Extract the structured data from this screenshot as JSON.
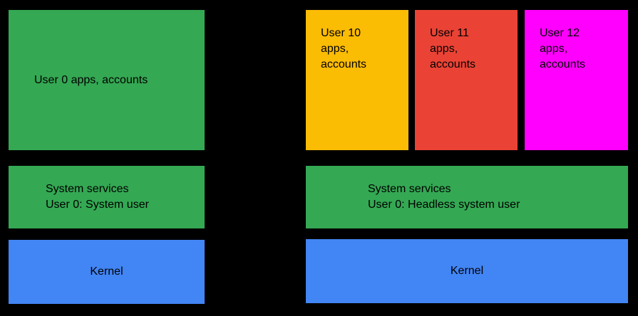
{
  "colors": {
    "background": "#000000",
    "green": "#34A853",
    "blue": "#4285F4",
    "yellow": "#FBBC04",
    "red": "#EA4335",
    "magenta": "#FF00FF",
    "text": "#000000"
  },
  "left_stack": {
    "apps_box": {
      "label": "User 0 apps, accounts",
      "color": "#34A853"
    },
    "services_box": {
      "line1": "System services",
      "line2": "User 0: System user",
      "color": "#34A853"
    },
    "kernel_box": {
      "label": "Kernel",
      "color": "#4285F4"
    }
  },
  "right_stack": {
    "user_boxes": [
      {
        "lines": [
          "User 10",
          "apps,",
          "accounts"
        ],
        "color": "#FBBC04"
      },
      {
        "lines": [
          "User 11",
          "apps,",
          "accounts"
        ],
        "color": "#EA4335"
      },
      {
        "lines": [
          "User 12",
          "apps,",
          "accounts"
        ],
        "color": "#FF00FF"
      }
    ],
    "services_box": {
      "line1": "System services",
      "line2": "User 0: Headless system user",
      "color": "#34A853"
    },
    "kernel_box": {
      "label": "Kernel",
      "color": "#4285F4"
    }
  }
}
